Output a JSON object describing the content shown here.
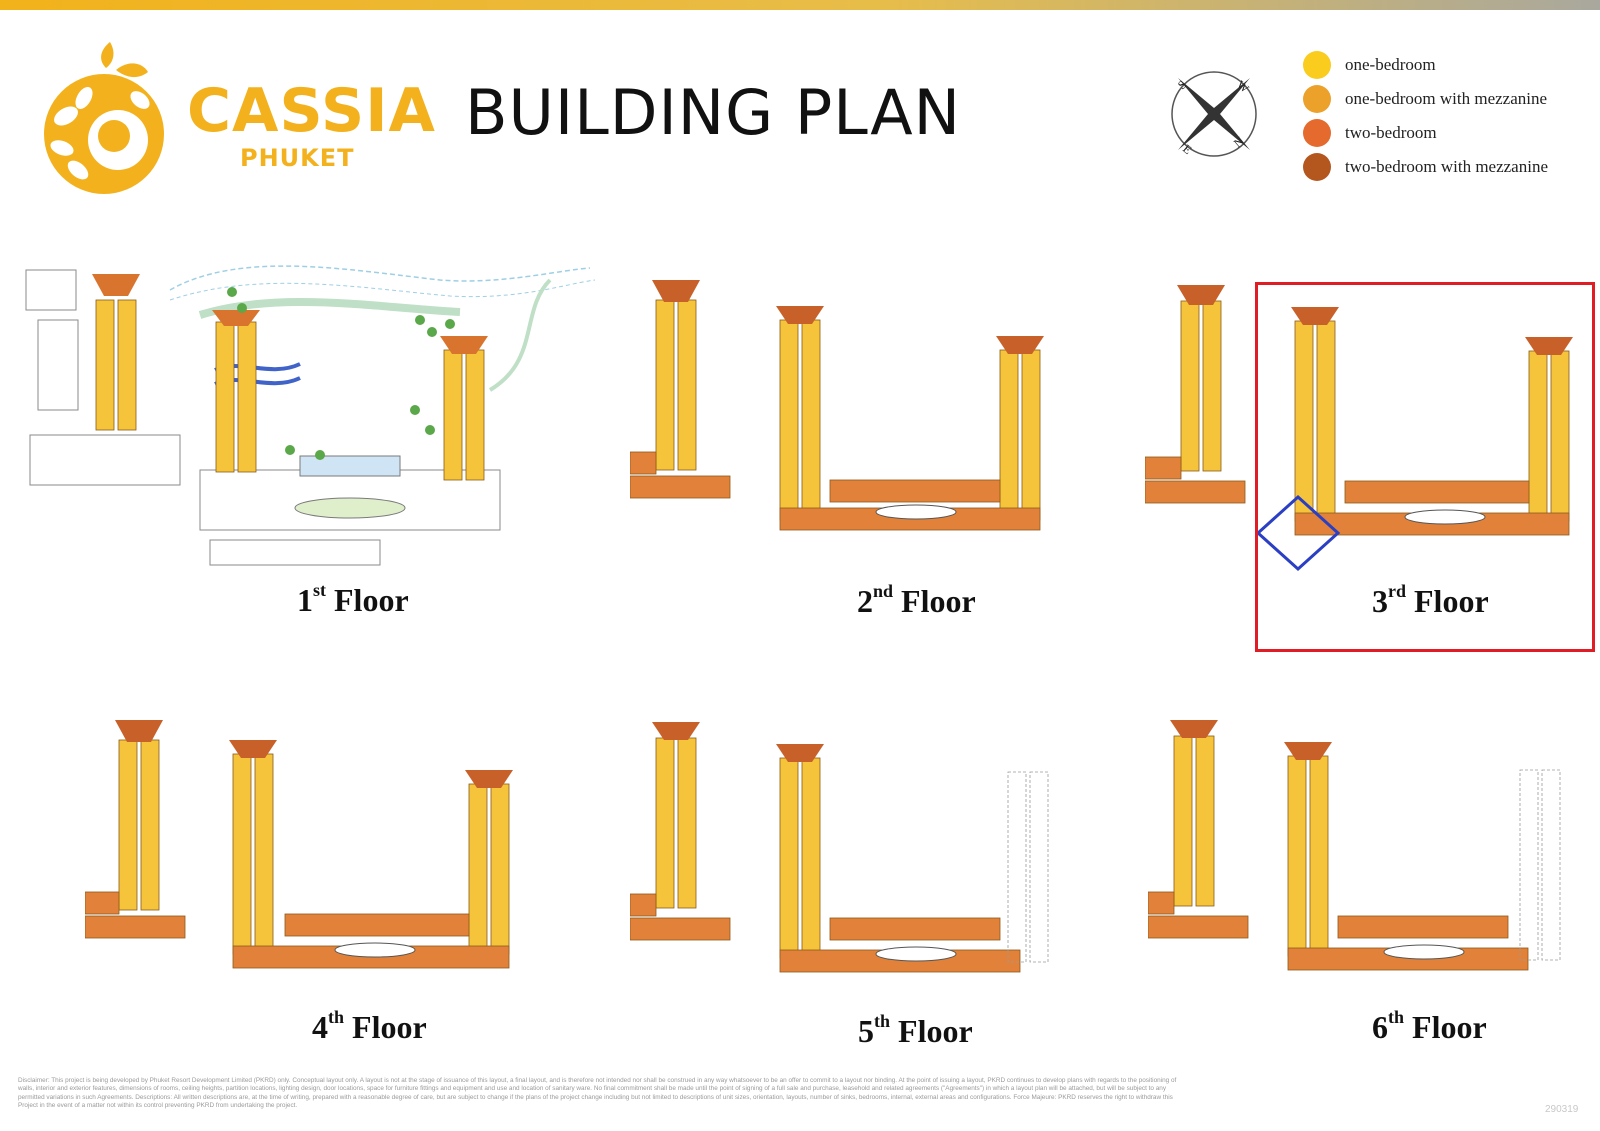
{
  "brand": {
    "name": "CASSIA",
    "sub": "PHUKET"
  },
  "title": "BUILDING PLAN",
  "compass": {
    "n": "N",
    "s": "S",
    "e": "E",
    "w": "W"
  },
  "legend": [
    {
      "label": "one-bedroom",
      "color": "#f9cc1d"
    },
    {
      "label": "one-bedroom with mezzanine",
      "color": "#eca12b"
    },
    {
      "label": "two-bedroom",
      "color": "#e56a2d"
    },
    {
      "label": "two-bedroom with mezzanine",
      "color": "#b4571f"
    }
  ],
  "floors": [
    {
      "num": "1",
      "suffix": "st",
      "word": "Floor"
    },
    {
      "num": "2",
      "suffix": "nd",
      "word": "Floor"
    },
    {
      "num": "3",
      "suffix": "rd",
      "word": "Floor"
    },
    {
      "num": "4",
      "suffix": "th",
      "word": "Floor"
    },
    {
      "num": "5",
      "suffix": "th",
      "word": "Floor"
    },
    {
      "num": "6",
      "suffix": "th",
      "word": "Floor"
    }
  ],
  "disclaimer": "Disclaimer: This project is being developed by Phuket Resort Development Limited (PKRD) only. Conceptual layout only. A layout is not at the stage of issuance of this layout, a final layout, and is therefore not intended nor shall be construed in any way whatsoever to be an offer to commit to a layout nor binding. At the point of issuing a layout, PKRD continues to develop plans with regards to the positioning of walls, interior and exterior features, dimensions of rooms, ceiling heights, partition locations, lighting design, door locations, space for furniture fittings and equipment and use and location of sanitary ware. No final commitment shall be made until the point of signing of a full sale and purchase, leasehold and related agreements (\"Agreements\") in which a layout plan will be attached, but will be subject to any permitted variations in such Agreements. Descriptions: All written descriptions are, at the time of writing, prepared with a reasonable degree of care, but are subject to change if the plans of the project change including but not limited to descriptions of unit sizes, orientation, layouts, number of sinks, bedrooms, internal, external areas and configurations. Force Majeure: PKRD reserves the right to withdraw this Project in the event of a matter not within its control preventing PKRD from undertaking the project.",
  "code": "290319"
}
